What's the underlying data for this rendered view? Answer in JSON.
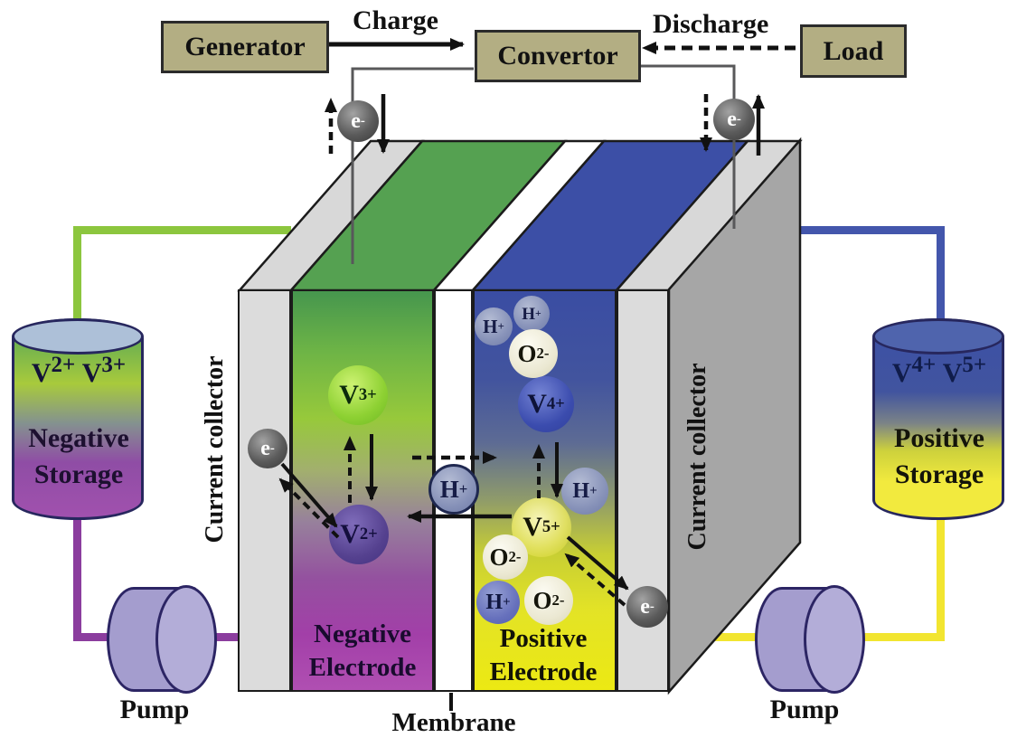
{
  "flow": {
    "generator": "Generator",
    "convertor": "Convertor",
    "load": "Load",
    "charge": "Charge",
    "discharge": "Discharge"
  },
  "cell": {
    "left_collector": "Current collector",
    "right_collector": "Current collector",
    "negative_electrode": [
      "Negative",
      "Electrode"
    ],
    "positive_electrode": [
      "Positive",
      "Electrode"
    ],
    "membrane": "Membrane"
  },
  "ions": {
    "v2": {
      "b": "V",
      "s": "2+"
    },
    "v3": {
      "b": "V",
      "s": "3+"
    },
    "v4": {
      "b": "V",
      "s": "4+"
    },
    "v5": {
      "b": "V",
      "s": "5+"
    },
    "h": {
      "b": "H",
      "s": "+"
    },
    "o": {
      "b": "O",
      "s": "2-"
    },
    "e": {
      "b": "e",
      "s": "-"
    }
  },
  "tanks": {
    "left": {
      "name": [
        "Negative",
        "Storage"
      ]
    },
    "right": {
      "name": [
        "Positive",
        "Storage"
      ]
    }
  },
  "pumps": {
    "left": "Pump",
    "right": "Pump"
  },
  "colors": {
    "box_fill": "#b3ae83",
    "negative_top": "#46964e",
    "negative_bottom": "#b04fb2",
    "positive_top": "#3a4da3",
    "positive_bottom": "#ece913",
    "membrane": "#ffffff",
    "collector_gray": "#dcdcdc",
    "side_gray": "#a6a6a6",
    "pipe_green": "#8cc63e",
    "pipe_purple": "#8b3d9e",
    "pipe_blue": "#4356ac",
    "pipe_yellow": "#f2e530",
    "pump_fill": "#a49dce"
  }
}
